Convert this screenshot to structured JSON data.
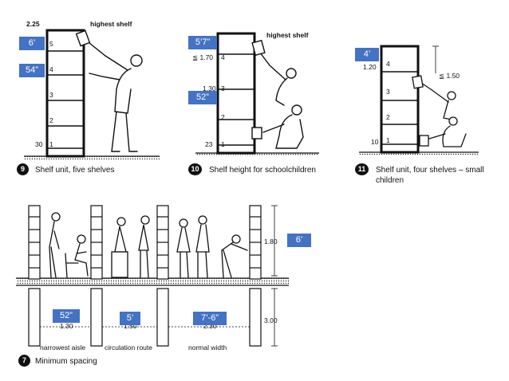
{
  "fig9": {
    "top_height": "2.25",
    "highest_shelf": "highest shelf",
    "shelf_numbers": [
      "5",
      "4",
      "3",
      "2",
      "1"
    ],
    "bottom_height": "30",
    "caption_number": "9",
    "caption": "Shelf unit, five shelves",
    "tags": [
      "6’",
      "54”"
    ]
  },
  "fig10": {
    "highest_shelf": "highest shelf",
    "height_170": "≦ 1.70",
    "height_130": "1.30",
    "shelf_numbers": [
      "4",
      "3",
      "2",
      "1"
    ],
    "bottom_height": "23",
    "caption_number": "10",
    "caption": "Shelf height for schoolchildren",
    "tags": [
      "5’7”",
      "52”"
    ]
  },
  "fig11": {
    "height_120": "1.20",
    "reach": "≦ 1.50",
    "shelf_numbers": [
      "4",
      "3",
      "2",
      "1"
    ],
    "bottom_height": "10",
    "caption_number": "11",
    "caption_line1": "Shelf unit, four shelves – small",
    "caption_line2": "children",
    "tags": [
      "4’"
    ]
  },
  "fig7": {
    "height_180": "1.80",
    "depth_300": "3.00",
    "widths": [
      "1.30",
      "1.50",
      "2.30"
    ],
    "labels": [
      "narrowest aisle",
      "circulation route",
      "normal width"
    ],
    "caption_number": "7",
    "caption": "Minimum spacing",
    "tags": [
      "6’",
      "52”",
      "5’",
      "7’-6”"
    ]
  }
}
